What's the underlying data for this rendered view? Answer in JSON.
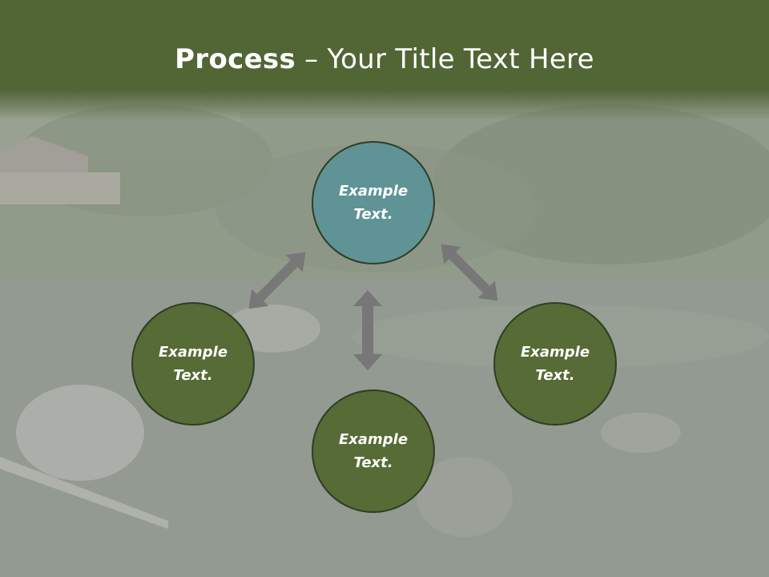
{
  "slide": {
    "title_bold": "Process",
    "title_rest": " – Your Title Text Here"
  },
  "nodes": {
    "top": "Example Text.",
    "left": "Example Text.",
    "right": "Example Text.",
    "bottom": "Example Text."
  },
  "colors": {
    "title_bar": "#526535",
    "node_teal": "#5f9396",
    "node_green": "#566b35",
    "node_border": "#2f3d25",
    "arrow": "#777777"
  }
}
